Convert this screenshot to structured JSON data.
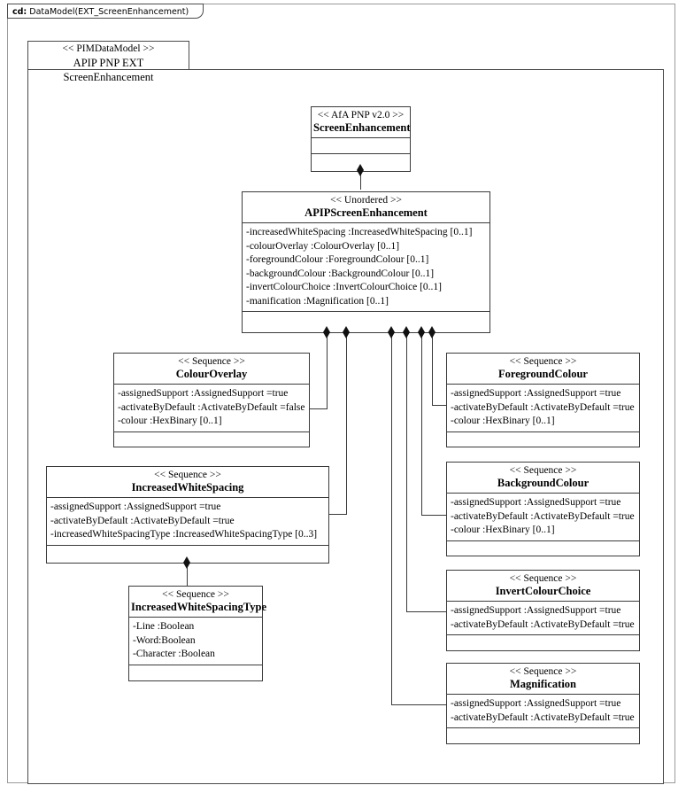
{
  "frame": {
    "label_prefix": "cd:",
    "label": "DataModel(EXT_ScreenEnhancement)"
  },
  "package": {
    "stereotype": "<< PIMDataModel >>",
    "name": "APIP PNP EXT ScreenEnhancement"
  },
  "classes": {
    "screen_enhancement": {
      "stereotype": "<< AfA PNP v2.0 >>",
      "name": "ScreenEnhancement",
      "attributes": []
    },
    "apip_screen_enhancement": {
      "stereotype": "<< Unordered >>",
      "name": "APIPScreenEnhancement",
      "attributes": [
        "-increasedWhiteSpacing  :IncreasedWhiteSpacing  [0..1]",
        "-colourOverlay  :ColourOverlay [0..1]",
        "-foregroundColour  :ForegroundColour [0..1]",
        "-backgroundColour  :BackgroundColour [0..1]",
        "-invertColourChoice  :InvertColourChoice  [0..1]",
        "-manification  :Magnification  [0..1]"
      ]
    },
    "colour_overlay": {
      "stereotype": "<< Sequence >>",
      "name": "ColourOverlay",
      "attributes": [
        "-assignedSupport  :AssignedSupport =true",
        "-activateByDefault  :ActivateByDefault  =false",
        "-colour :HexBinary [0..1]"
      ]
    },
    "increased_white_spacing": {
      "stereotype": "<< Sequence >>",
      "name": "IncreasedWhiteSpacing",
      "attributes": [
        "-assignedSupport  :AssignedSupport =true",
        "-activateByDefault  :ActivateByDefault  =true",
        "-increasedWhiteSpacingType   :IncreasedWhiteSpacingType  [0..3]"
      ]
    },
    "increased_white_spacing_type": {
      "stereotype": "<< Sequence >>",
      "name": "IncreasedWhiteSpacingType",
      "attributes": [
        "-Line :Boolean",
        "-Word:Boolean",
        "-Character :Boolean"
      ]
    },
    "foreground_colour": {
      "stereotype": "<< Sequence >>",
      "name": "ForegroundColour",
      "attributes": [
        "-assignedSupport  :AssignedSupport =true",
        "-activateByDefault  :ActivateByDefault  =true",
        "-colour :HexBinary [0..1]"
      ]
    },
    "background_colour": {
      "stereotype": "<< Sequence >>",
      "name": "BackgroundColour",
      "attributes": [
        "-assignedSupport  :AssignedSupport =true",
        "-activateByDefault  :ActivateByDefault  =true",
        "-colour :HexBinary [0..1]"
      ]
    },
    "invert_colour_choice": {
      "stereotype": "<< Sequence >>",
      "name": "InvertColourChoice",
      "attributes": [
        "-assignedSupport  :AssignedSupport =true",
        "-activateByDefault  :ActivateByDefault  =true"
      ]
    },
    "magnification": {
      "stereotype": "<< Sequence >>",
      "name": "Magnification",
      "attributes": [
        "-assignedSupport  :AssignedSupport =true",
        "-activateByDefault  :ActivateByDefault  =true"
      ]
    }
  },
  "colors": {
    "line": "#3a3a3a",
    "frame_line": "#9a9a9a",
    "diamond": "#111111",
    "background": "#ffffff"
  }
}
